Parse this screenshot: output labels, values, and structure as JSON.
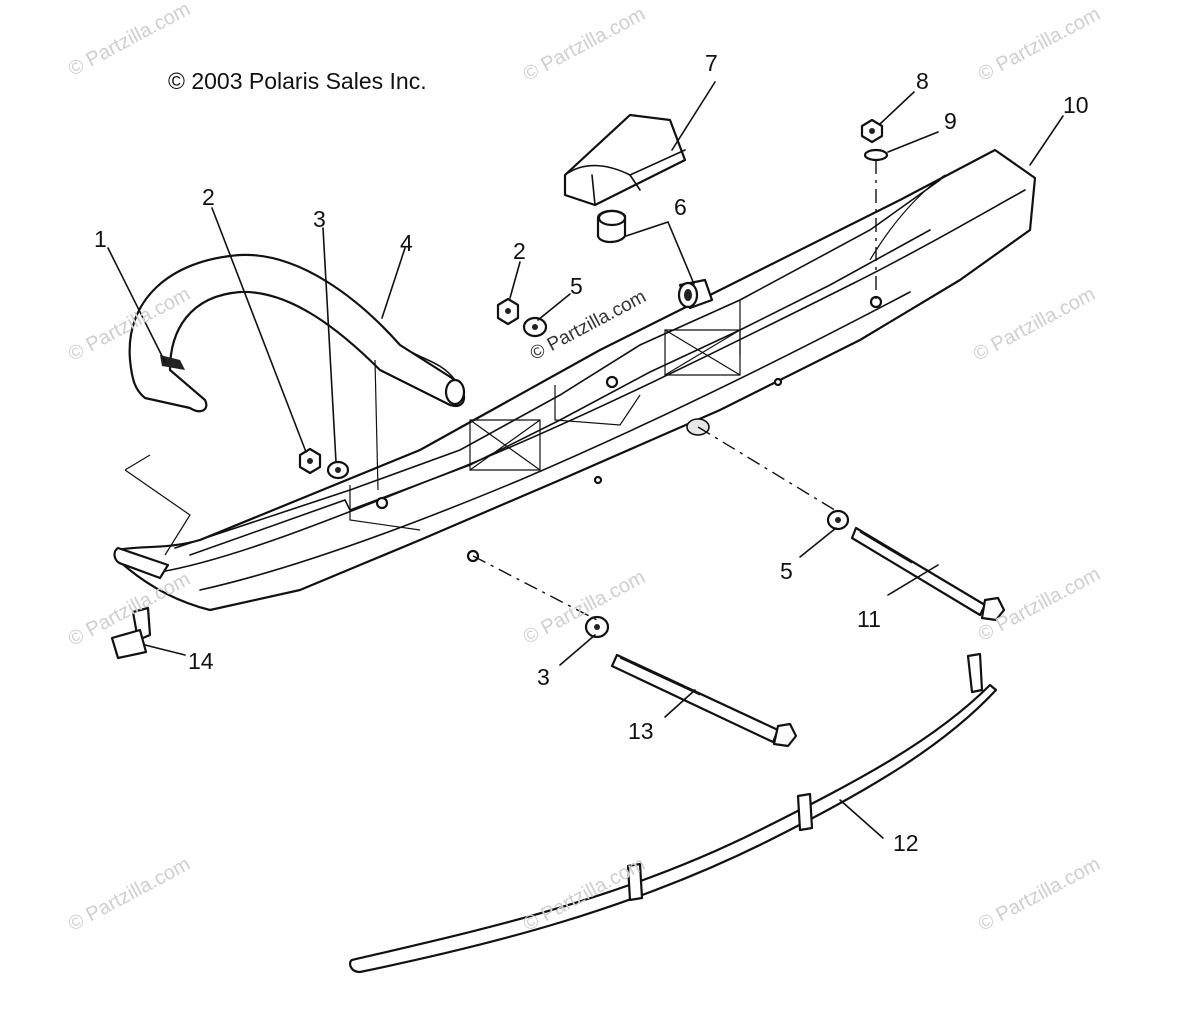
{
  "copyright": "© 2003 Polaris Sales Inc.",
  "watermark_text": "© Partzilla.com",
  "callouts": {
    "c1": "1",
    "c2a": "2",
    "c2b": "2",
    "c3a": "3",
    "c3b": "3",
    "c4": "4",
    "c5a": "5",
    "c5b": "5",
    "c6": "6",
    "c7": "7",
    "c8": "8",
    "c9": "9",
    "c10": "10",
    "c11": "11",
    "c12": "12",
    "c13": "13",
    "c14": "14"
  },
  "colors": {
    "line": "#111111",
    "watermark": "#cfcfcf",
    "background": "#ffffff"
  }
}
